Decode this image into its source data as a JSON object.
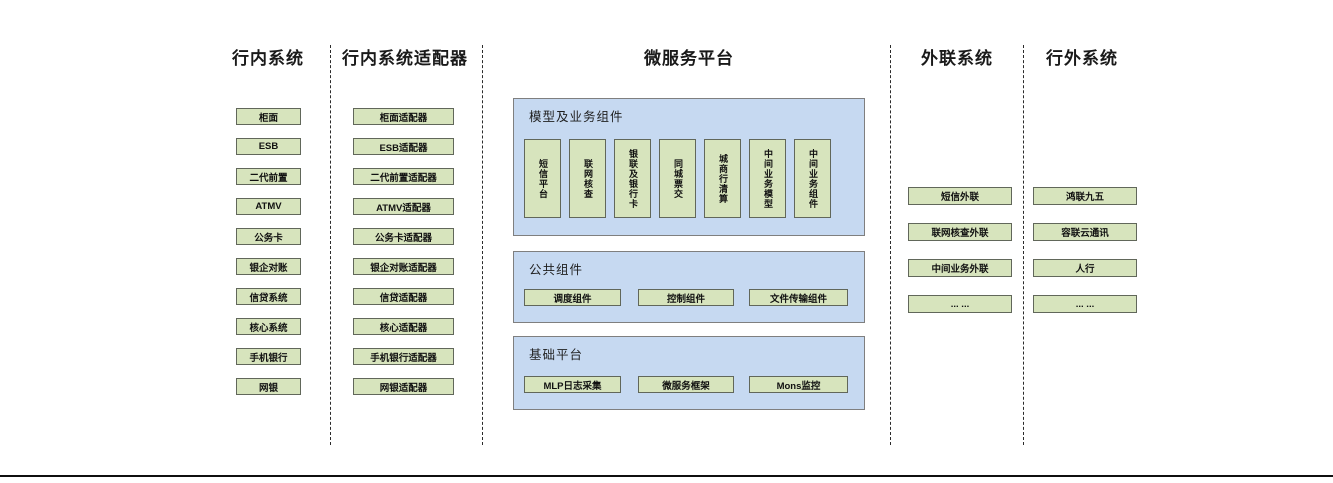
{
  "colors": {
    "box_fill": "#d7e4bd",
    "box_border": "#61675a",
    "container_fill": "#c6d9f1",
    "container_border": "#7f7f7f",
    "text": "#1a1a1a"
  },
  "columns": {
    "internal_systems": {
      "title": "行内系统",
      "items": [
        "柜面",
        "ESB",
        "二代前置",
        "ATMV",
        "公务卡",
        "银企对账",
        "信贷系统",
        "核心系统",
        "手机银行",
        "网银"
      ]
    },
    "internal_adapters": {
      "title": "行内系统适配器",
      "items": [
        "柜面适配器",
        "ESB适配器",
        "二代前置适配器",
        "ATMV适配器",
        "公务卡适配器",
        "银企对账适配器",
        "信贷适配器",
        "核心适配器",
        "手机银行适配器",
        "网银适配器"
      ]
    },
    "microservice_platform": {
      "title": "微服务平台",
      "model_business_components": {
        "label": "模型及业务组件",
        "items": [
          "短信平台",
          "联网核查",
          "银联及银行卡",
          "同城票交",
          "城商行清算",
          "中间业务模型",
          "中间业务组件"
        ]
      },
      "common_components": {
        "label": "公共组件",
        "items": [
          "调度组件",
          "控制组件",
          "文件传输组件"
        ]
      },
      "base_platform": {
        "label": "基础平台",
        "items": [
          "MLP日志采集",
          "微服务框架",
          "Mons监控"
        ]
      }
    },
    "outreach_systems": {
      "title": "外联系统",
      "items": [
        "短信外联",
        "联网核查外联",
        "中间业务外联",
        "... ..."
      ]
    },
    "external_systems": {
      "title": "行外系统",
      "items": [
        "鸿联九五",
        "容联云通讯",
        "人行",
        "... ..."
      ]
    }
  }
}
